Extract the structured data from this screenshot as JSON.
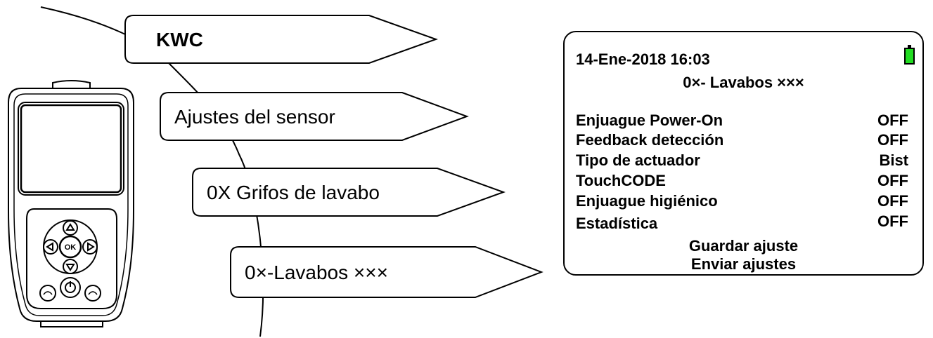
{
  "menu_tags": [
    "KWC",
    "Ajustes del sensor",
    "0X Grifos de lavabo",
    "0×-Lavabos ×××"
  ],
  "device": {
    "ok_label": "OK"
  },
  "screen": {
    "datetime": "14-Ene-2018 16:03",
    "title": "0×- Lavabos ×××",
    "battery_color": "#22dd22",
    "settings": [
      {
        "label": "Enjuague Power-On",
        "value": "OFF"
      },
      {
        "label": "Feedback detección",
        "value": "OFF"
      },
      {
        "label": "Tipo de actuador",
        "value": "Bist"
      },
      {
        "label": "TouchCODE",
        "value": "OFF"
      },
      {
        "label": "Enjuague higiénico",
        "value": "OFF"
      },
      {
        "label": "Estadística",
        "value": "OFF"
      }
    ],
    "actions": [
      "Guardar ajuste",
      "Enviar ajustes"
    ]
  }
}
